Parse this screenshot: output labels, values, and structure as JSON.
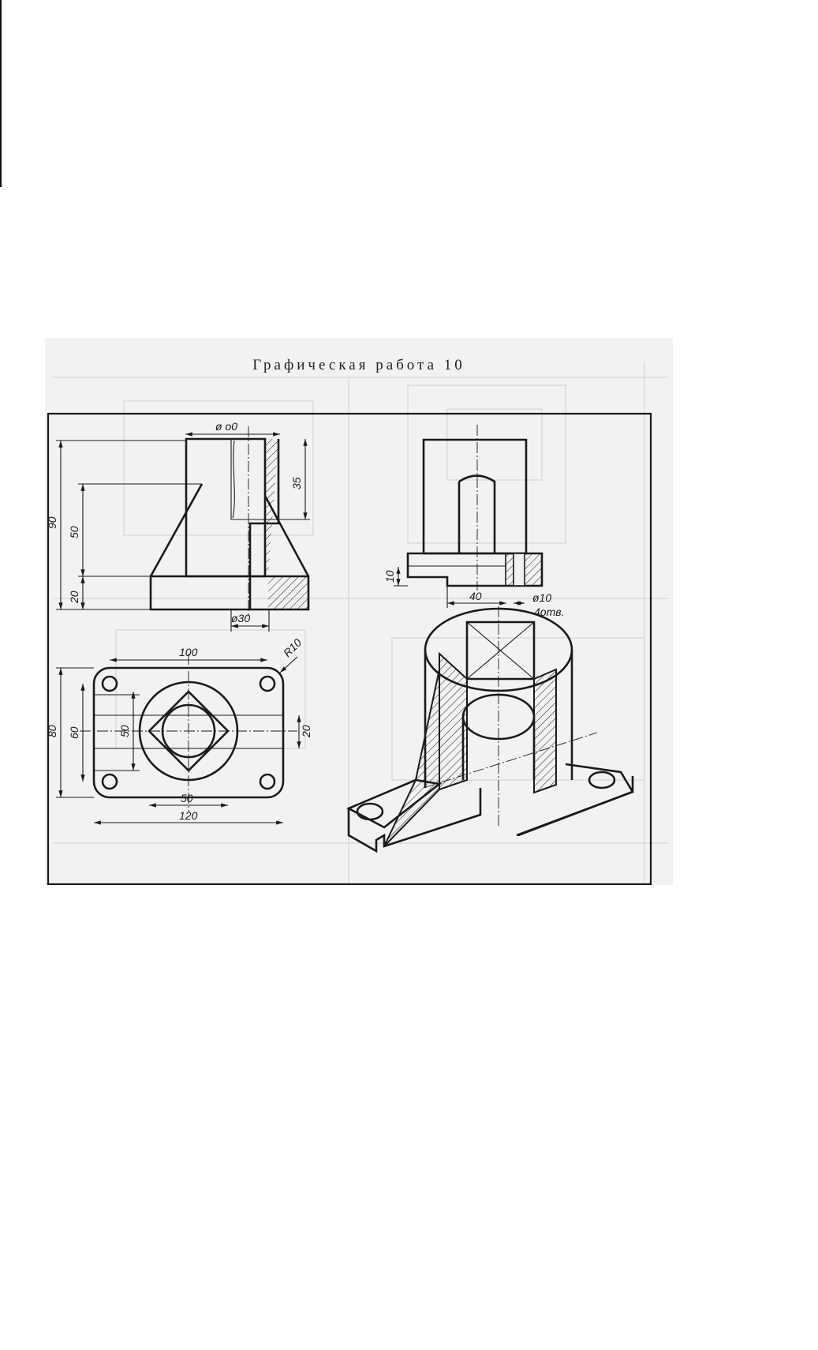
{
  "title": "Графическая работа 10",
  "dimensions": {
    "front": {
      "top_diameter": "ø о0",
      "height_total": "90",
      "height_mid": "50",
      "height_base": "20",
      "bore_depth": "35",
      "bottom_diameter": "ø30"
    },
    "side": {
      "base_thickness": "10",
      "slot_width": "40",
      "hole_diameter": "ø10",
      "hole_count": "4отв."
    },
    "top": {
      "hole_spacing": "100",
      "corner_radius": "R10",
      "width_total": "80",
      "width_inner": "60",
      "square_size": "50",
      "slot_width": "20",
      "bottom_square": "50",
      "length_total": "120"
    }
  },
  "colors": {
    "ink": "#1a1a1a",
    "ghost": "#d6d6d6",
    "paper": "#f2f2f1"
  }
}
